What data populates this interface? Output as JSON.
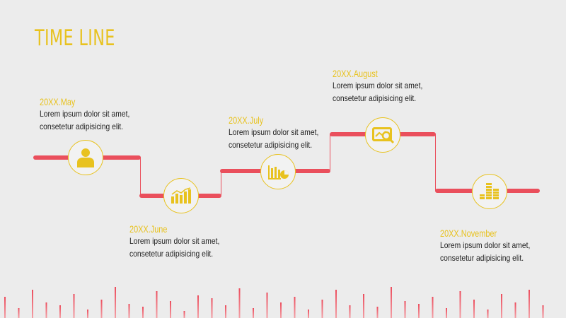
{
  "title": "TIME LINE",
  "colors": {
    "accent": "#e8c21f",
    "line": "#ea4f5c",
    "icon": "#e8c21f",
    "bar_top": "#ec4d5d",
    "bar_bottom": "#f3a0a6"
  },
  "entries": [
    {
      "date": "20XX.May",
      "text": "Lorem ipsum dolor sit amet, consetetur adipisicing elit.",
      "icon": "person-icon"
    },
    {
      "date": "20XX.June",
      "text": "Lorem ipsum dolor sit amet, consetetur adipisicing elit.",
      "icon": "bar-chart-icon"
    },
    {
      "date": "20XX.July",
      "text": "Lorem ipsum dolor sit amet, consetetur adipisicing elit.",
      "icon": "chart-pie-icon"
    },
    {
      "date": "20XX.August",
      "text": "Lorem ipsum dolor sit amet, consetetur adipisicing elit.",
      "icon": "magnifier-chart-icon"
    },
    {
      "date": "20XX.November",
      "text": "Lorem ipsum dolor sit amet, consetetur adipisicing elit.",
      "icon": "stacked-coins-icon"
    }
  ]
}
